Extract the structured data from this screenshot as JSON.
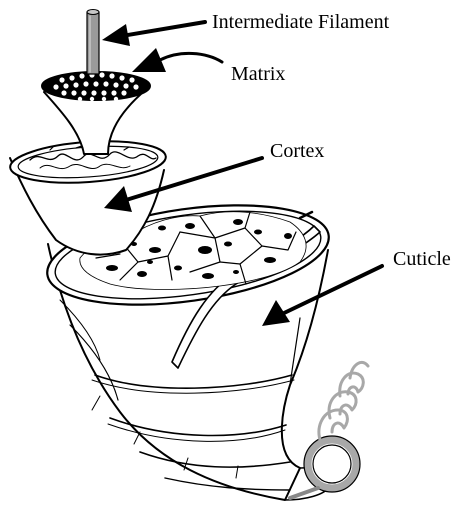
{
  "labels": {
    "intermediate_filament": "Intermediate Filament",
    "matrix": "Matrix",
    "cortex": "Cortex",
    "cuticle": "Cuticle"
  },
  "colors": {
    "ink": "#000000",
    "paper": "#ffffff",
    "rod_gray": "#9a9a9a",
    "spiral_gray": "#a8a8a8"
  }
}
